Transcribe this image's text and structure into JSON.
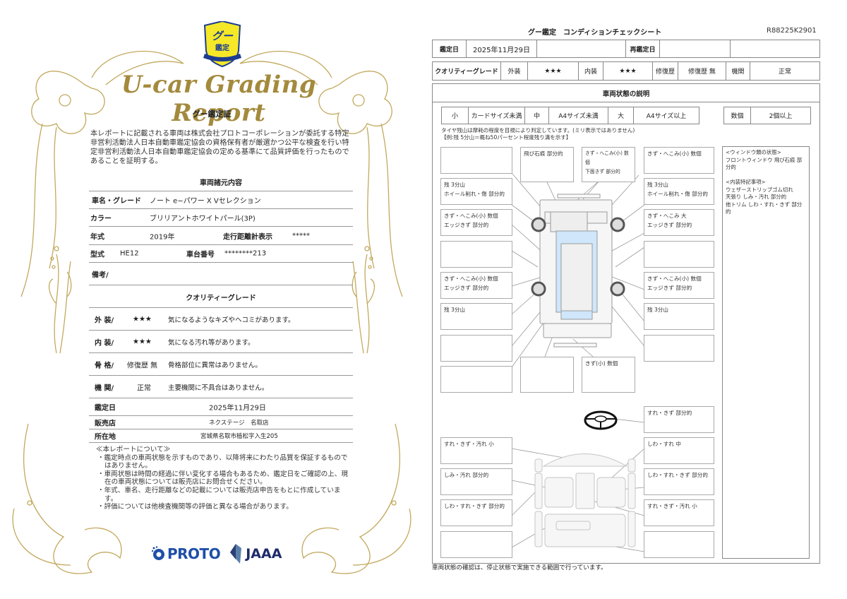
{
  "certificate": {
    "emblem": {
      "icon": "goo-kantei-shield-icon",
      "text_top": "グー",
      "text_bottom": "鑑定",
      "color_bg": "#f4e829",
      "color_border": "#1d3c8f"
    },
    "script_title": "U-car Grading Report",
    "subtitle": "グー鑑定証",
    "intro": "本レポートに記載される車両は株式会社プロトコーポレーションが委託する特定非営利活動法人日本自動車鑑定協会の資格保有者が厳選かつ公平な検査を行い特定非営利活動法人日本自動車鑑定協会の定める基準にて品質評価を行ったものであることを証明する。",
    "spec_section_title": "車両諸元内容",
    "specs": {
      "name_label": "車名・グレード",
      "name_value": "ノート e−パワー X Vセレクション",
      "color_label": "カラー",
      "color_value": "ブリリアントホワイトパール(3P)",
      "year_label": "年式",
      "year_value": "2019年",
      "odometer_label": "走行距離計表示",
      "odometer_value": "*****",
      "model_label": "型式",
      "model_value": "HE12",
      "chassis_label": "車台番号",
      "chassis_value": "********213",
      "remarks_label": "備考/"
    },
    "grade_section_title": "クオリティーグレード",
    "grades": [
      {
        "label": "外 装/",
        "value": "★★★",
        "desc": "気になるようなキズやヘコミがあります。"
      },
      {
        "label": "内 装/",
        "value": "★★★",
        "desc": "気になる汚れ等があります。"
      },
      {
        "label": "骨 格/",
        "value": "修復歴 無",
        "desc": "骨格部位に異常はありません。"
      },
      {
        "label": "機 関/",
        "value": "正常",
        "desc": "主要機関に不具合はありません。"
      }
    ],
    "appraisal_date_label": "鑑定日",
    "appraisal_date": "2025年11月29日",
    "dealer_label": "販売店",
    "dealer": "ネクステージ　名取店",
    "location_label": "所在地",
    "location": "宮城県名取市植松字入生205",
    "notes_title": "≪本レポートについて≫",
    "notes": [
      "・鑑定時点の車両状態を示すものであり、以降将来にわたり品質を保証するものではありません。",
      "・車両状態は時間の経過に伴い変化する場合もあるため、鑑定日をご確認の上、現在の車両状態については販売店にお問合せください。",
      "・年式、車名、走行距離などの記載については販売店申告をもとに作成しています。",
      "・評価については他検査機関等の評価と異なる場合があります。"
    ],
    "logos": {
      "proto": "PROTO",
      "jaaa": "JAAA",
      "proto_color": "#1f4fa8",
      "jaaa_color": "#1e2a6b"
    },
    "ornament_color": "#c2a95e"
  },
  "sheet": {
    "title": "グー鑑定　コンディションチェックシート",
    "id": "R88225K2901",
    "date_row": {
      "appraisal_label": "鑑定日",
      "appraisal_value": "2025年11月29日",
      "reappraisal_label": "再鑑定日",
      "reappraisal_value": ""
    },
    "grade_row": {
      "label": "クオリティーグレード",
      "exterior_label": "外装",
      "exterior_value": "★★★",
      "interior_label": "内装",
      "interior_value": "★★★",
      "repair_label": "修復歴",
      "repair_value": "修復歴 無",
      "engine_label": "機関",
      "engine_value": "正常"
    },
    "section_title": "車両状態の説明",
    "size_legend": [
      {
        "key": "小",
        "desc": "カードサイズ未満"
      },
      {
        "key": "中",
        "desc": "A4サイズ未満"
      },
      {
        "key": "大",
        "desc": "A4サイズ以上"
      }
    ],
    "count_legend": {
      "key": "数個",
      "desc": "2個以上"
    },
    "tire_note_1": "タイヤ残山は摩耗の程度を目視により判定しています。(ミリ表示ではありません)",
    "tire_note_2": "【例:残 5分山＝概ね50パーセント程度残り溝を示す】",
    "exterior_boxes": [
      {
        "id": "front-left-top",
        "text": ""
      },
      {
        "id": "front-windshield",
        "text": "飛び石痕 部分的"
      },
      {
        "id": "front-bumper",
        "text": "きず・へこみ(小) 数個\n下面きず 部分的"
      },
      {
        "id": "front-right-top",
        "text": "きず・へこみ(小) 数個"
      },
      {
        "id": "front-left-wheel",
        "text": "残 3分山\nホイール削れ・傷 部分的"
      },
      {
        "id": "front-right-wheel",
        "text": "残 3分山\nホイール削れ・傷 部分的"
      },
      {
        "id": "left-front-fender",
        "text": "きず・へこみ(小) 数個\nエッジきず 部分的"
      },
      {
        "id": "right-front-fender",
        "text": "きず・へこみ 大\nエッジきず 部分的"
      },
      {
        "id": "left-front-door",
        "text": ""
      },
      {
        "id": "right-front-door",
        "text": ""
      },
      {
        "id": "left-rear-door",
        "text": "きず・へこみ(小) 数個\nエッジきず 部分的"
      },
      {
        "id": "right-rear-door",
        "text": "きず・へこみ(小) 数個\nエッジきず 部分的"
      },
      {
        "id": "rear-left-wheel",
        "text": "残 3分山"
      },
      {
        "id": "rear-right-wheel",
        "text": "残 3分山"
      },
      {
        "id": "left-rear-quarter",
        "text": ""
      },
      {
        "id": "right-rear-quarter",
        "text": ""
      },
      {
        "id": "left-rear-lower",
        "text": ""
      },
      {
        "id": "roof",
        "text": ""
      },
      {
        "id": "rear-bumper",
        "text": "きず(小) 数個"
      }
    ],
    "steering_box": "すれ・きず 部分的",
    "interior_boxes": [
      {
        "id": "dashboard",
        "text": "すれ・きず・汚れ 小"
      },
      {
        "id": "driver-seat",
        "text": "しわ・すれ 中"
      },
      {
        "id": "passenger-seat",
        "text": "しみ・汚れ 部分的"
      },
      {
        "id": "right-door-trim",
        "text": "しわ・すれ・きず 部分的"
      },
      {
        "id": "left-door-trim",
        "text": "しわ・すれ・きず 部分的"
      },
      {
        "id": "console",
        "text": "すれ・きず・汚れ 小"
      },
      {
        "id": "rear-seat-left",
        "text": ""
      },
      {
        "id": "rear-floor",
        "text": ""
      }
    ],
    "remarks": "<ウィンドウ類の状態>\nフロントウィンドウ 飛び石痕 部分的\n\n<内装特記事項>\nウェザーストリップゴム切れ\n天張り しみ・汚れ 部分的\n他トリム しわ・すれ・きず 部分的",
    "footer_note": "車両状態の確認は、停止状態で実施できる範囲で行っています。",
    "glass_color": "#cfe6fb",
    "line_color": "#888888"
  }
}
